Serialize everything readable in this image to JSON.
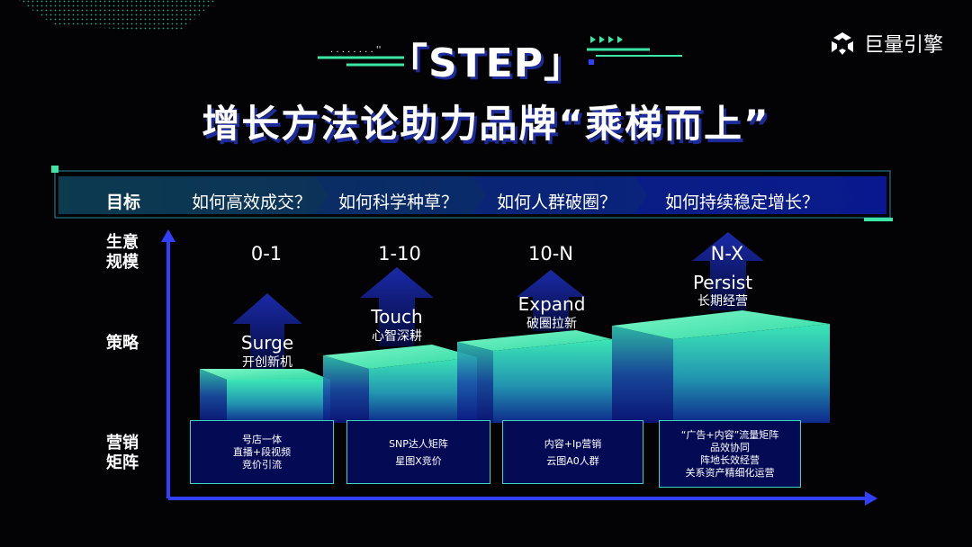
{
  "title": {
    "line1": "「STEP」",
    "line2": "增长方法论助力品牌“乘梯而上”"
  },
  "brand": {
    "name": "巨量引擎",
    "logo_icon": "ocean-engine-logo-icon"
  },
  "goal_bar": {
    "label": "目标",
    "items": [
      "如何高效成交？",
      "如何科学种草？",
      "如何人群破圈？",
      "如何持续稳定增长？"
    ]
  },
  "y_axis": {
    "top_label": [
      "生意",
      "规模"
    ],
    "middle_label": "策略",
    "bottom_label": [
      "营销",
      "矩阵"
    ]
  },
  "stages": [
    {
      "number": "0-1",
      "name_en": "Surge",
      "name_cn": "开创新机",
      "matrix": [
        "号店一体",
        "直播+段视频",
        "竞价引流"
      ]
    },
    {
      "number": "1-10",
      "name_en": "Touch",
      "name_cn": "心智深耕",
      "matrix": [
        "SNP达人矩阵",
        "星图X竞价"
      ]
    },
    {
      "number": "10-N",
      "name_en": "Expand",
      "name_cn": "破圈拉新",
      "matrix": [
        "内容+Ip营销",
        "云图A0人群"
      ]
    },
    {
      "number": "N-X",
      "name_en": "Persist",
      "name_cn": "长期经营",
      "matrix": [
        "“广告+内容”流量矩阵",
        "品效协同",
        "阵地长效经营",
        "关系资产精细化运营"
      ]
    }
  ],
  "colors": {
    "background": "#030306",
    "accent_green": "#3be6a6",
    "navy": "#0b1480",
    "title_shadow": "#1d2a9a",
    "axis": "#3140ff"
  }
}
